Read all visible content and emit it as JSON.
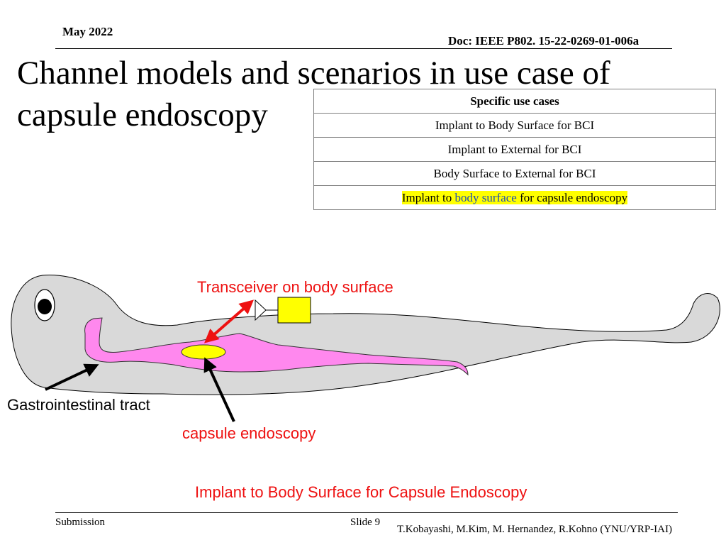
{
  "header": {
    "date": "May 2022",
    "doc": "Doc: IEEE P802. 15-22-0269-01-006a"
  },
  "title": "Channel models and scenarios in use case of capsule endoscopy",
  "use_case_table": {
    "header": "Specific use cases",
    "rows": [
      "Implant to Body Surface for BCI",
      "Implant to External for BCI",
      "Body Surface to External for BCI"
    ],
    "highlighted": {
      "part1": "Implant to ",
      "part2": "body surface",
      "part3": " for capsule endoscopy"
    }
  },
  "diagram": {
    "transceiver_label": "Transceiver on body surface",
    "gi_label": "Gastrointestinal tract",
    "capsule_label": "capsule endoscopy",
    "caption": "Implant to Body Surface for Capsule Endoscopy",
    "colors": {
      "body": "#d9d9d9",
      "gi_tract": "#ff88ee",
      "capsule": "#ffff00",
      "transceiver": "#ffff00",
      "arrow_red": "#ee1111",
      "label_red": "#ee1111"
    }
  },
  "footer": {
    "submission": "Submission",
    "slide": "Slide 9",
    "authors": "T.Kobayashi, M.Kim, M. Hernandez, R.Kohno (YNU/YRP-IAI)"
  }
}
